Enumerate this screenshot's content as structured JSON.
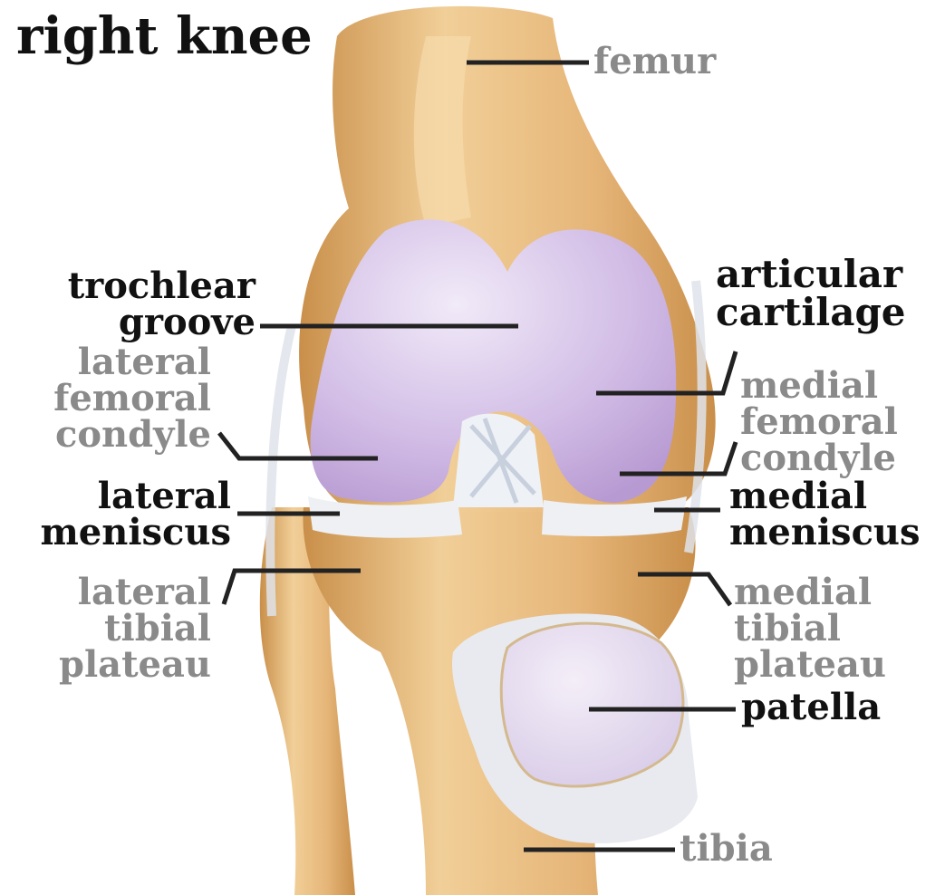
{
  "title": "right knee",
  "colors": {
    "bone": "#e6b679",
    "bone_shadow": "#c98f4a",
    "bone_highlight": "#f4d7a6",
    "cartilage": "#cdb5e1",
    "cartilage_highlight": "#ede3f5",
    "meniscus": "#eef0f4",
    "leader_line": "#222222",
    "label_dark": "#111111",
    "label_grey": "#8a8a8a"
  },
  "labels": {
    "femur": "femur",
    "trochlear_groove": [
      "trochlear",
      "groove"
    ],
    "articular_cartilage": [
      "articular",
      "cartilage"
    ],
    "lateral_femoral_condyle": [
      "lateral",
      "femoral",
      "condyle"
    ],
    "medial_femoral_condyle": [
      "medial",
      "femoral",
      "condyle"
    ],
    "lateral_meniscus": [
      "lateral",
      "meniscus"
    ],
    "medial_meniscus": [
      "medial",
      "meniscus"
    ],
    "lateral_tibial_plateau": [
      "lateral",
      "tibial",
      "plateau"
    ],
    "medial_tibial_plateau": [
      "medial",
      "tibial",
      "plateau"
    ],
    "patella": "patella",
    "tibia": "tibia"
  }
}
